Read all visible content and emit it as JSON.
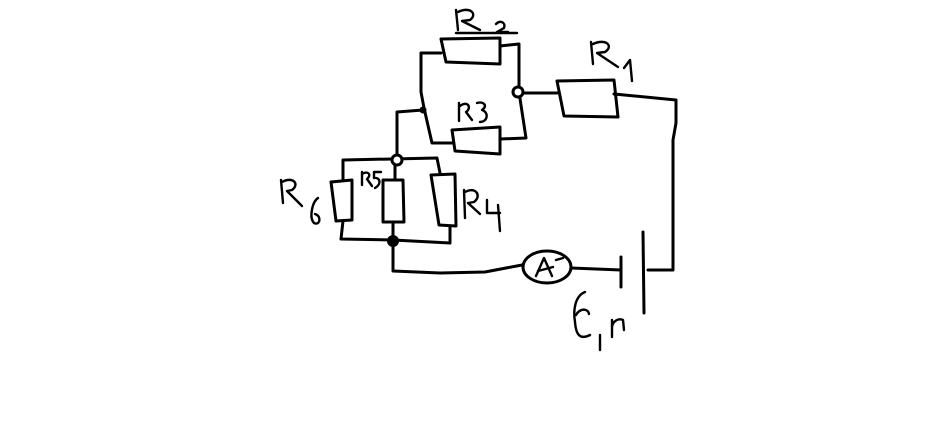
{
  "diagram": {
    "type": "electrical circuit (hand-drawn)",
    "background": "#ffffff",
    "ink_color": "#000000",
    "components": {
      "r1": {
        "letter": "R",
        "sub": "1"
      },
      "r2": {
        "letter": "R",
        "sub": "2"
      },
      "r3": {
        "letter": "R",
        "sub": "3"
      },
      "r4": {
        "letter": "R",
        "sub": "4"
      },
      "r5": {
        "letter": "R",
        "sub": "5"
      },
      "r6": {
        "letter": "R",
        "sub": "6"
      },
      "ammeter": {
        "symbol": "A"
      },
      "source": {
        "emf": "ε",
        "separator": ",",
        "internal_resistance": "r"
      }
    },
    "topology": [
      "R2 parallel R3",
      "R4 parallel R5 parallel R6",
      "(R2||R3) series R1 series source series ammeter series (R4||R5||R6)"
    ]
  }
}
